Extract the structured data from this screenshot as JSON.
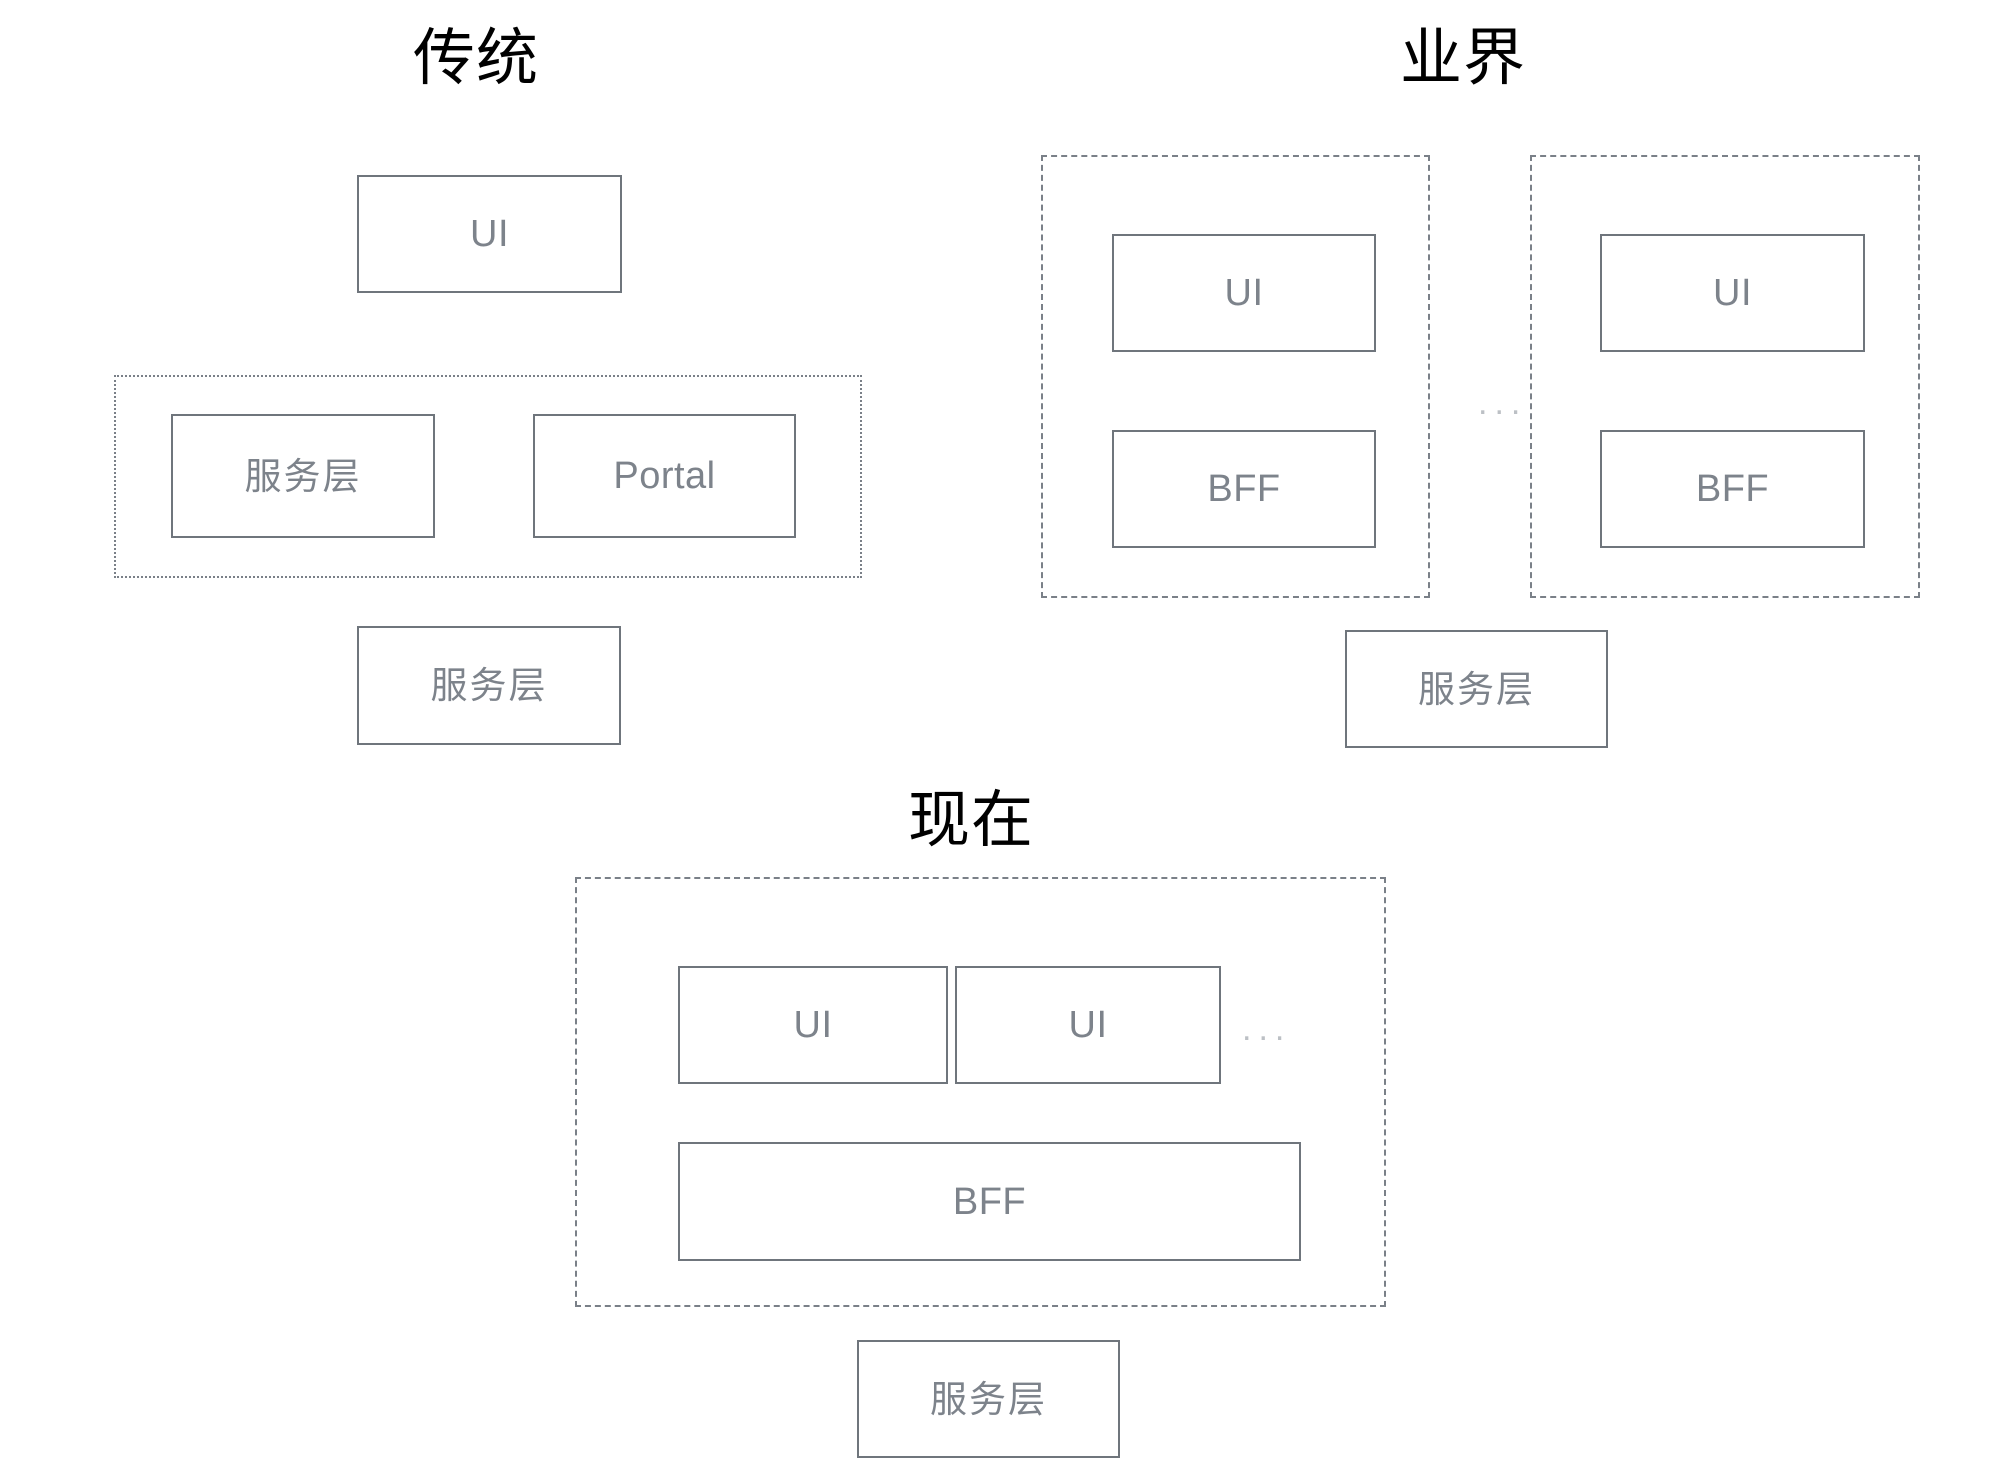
{
  "page": {
    "background_color": "#ffffff",
    "box_border_color": "#6f757c",
    "box_text_color": "#7d838b",
    "group_border_color": "#7a8088",
    "title_color": "#000000",
    "ellipsis_color": "#bcc0c5"
  },
  "sections": {
    "traditional": {
      "title": "传统",
      "ui_box": "UI",
      "group_boxes": [
        "服务层",
        "Portal"
      ],
      "service_box": "服务层"
    },
    "industry": {
      "title": "业界",
      "group_one": {
        "ui": "UI",
        "bff": "BFF"
      },
      "group_two": {
        "ui": "UI",
        "bff": "BFF"
      },
      "ellipsis": "...",
      "service_box": "服务层"
    },
    "current": {
      "title": "现在",
      "ui_boxes": [
        "UI",
        "UI"
      ],
      "ellipsis": "...",
      "bff_box": "BFF",
      "service_box": "服务层"
    }
  }
}
